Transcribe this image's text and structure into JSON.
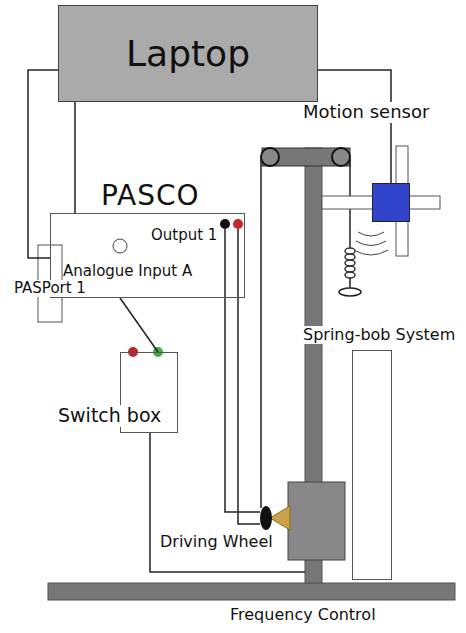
{
  "diagram": {
    "nodes": [
      {
        "text": [
          "Laptop"
        ]
      },
      {
        "text": [
          "Motion sensor"
        ]
      },
      {
        "text": [
          "PASCO",
          "Output 1",
          "Analogue Input A"
        ]
      },
      {
        "text": [
          "Spring-bob System"
        ]
      },
      {
        "text": [
          "Switch box"
        ]
      }
    ],
    "edges": [
      {
        "from": 0,
        "to": 2,
        "arrow": "none"
      },
      {
        "from": 1,
        "to": 2,
        "arrow": "none"
      },
      {
        "from": 2,
        "to": 4,
        "arrow": "none"
      }
    ],
    "labels": [
      "PASPort 1",
      "Driving Wheel",
      "Frequency Control"
    ]
  }
}
